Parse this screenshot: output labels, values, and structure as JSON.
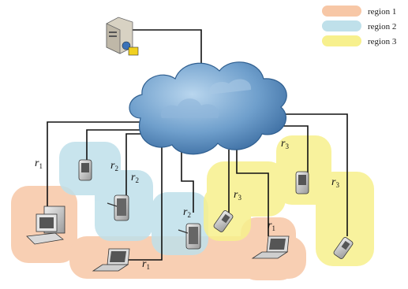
{
  "legend": {
    "items": [
      {
        "label": "region 1",
        "color": "#f7c7a6"
      },
      {
        "label": "region 2",
        "color": "#bfe0ea"
      },
      {
        "label": "region 3",
        "color": "#f7f08d"
      }
    ]
  },
  "links": {
    "r1_left": "r",
    "r1_left_sub": "1",
    "r2_a": "r",
    "r2_a_sub": "2",
    "r2_b": "r",
    "r2_b_sub": "2",
    "r2_c": "r",
    "r2_c_sub": "2",
    "r3_a": "r",
    "r3_a_sub": "3",
    "r3_b": "r",
    "r3_b_sub": "3",
    "r3_c": "r",
    "r3_c_sub": "3",
    "r1_laptop": "r",
    "r1_laptop_sub": "1",
    "r1_bottom": "r",
    "r1_bottom_sub": "1"
  },
  "icons": {
    "server": "server-icon",
    "cloud": "internet-cloud-icon",
    "desktop": "desktop-computer-icon",
    "laptop": "laptop-icon",
    "pda": "pda-icon",
    "tablet": "tablet-icon",
    "phone": "mobile-phone-icon"
  }
}
